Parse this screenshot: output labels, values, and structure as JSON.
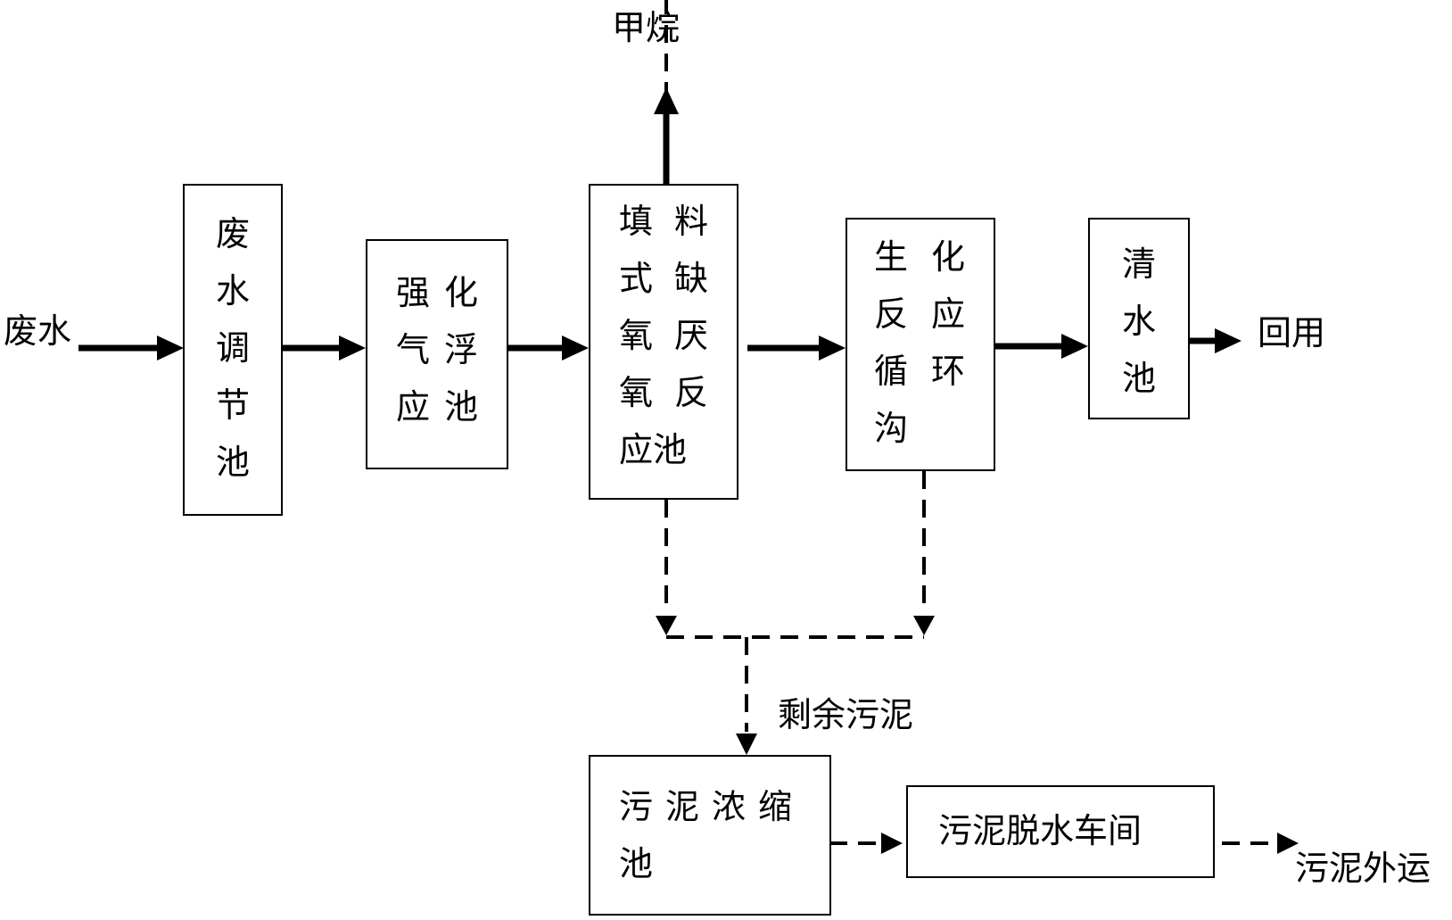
{
  "labels": {
    "input": "废水",
    "methane": "甲烷",
    "reuse": "回用",
    "excess_sludge": "剩余污泥",
    "sludge_out": "污泥外运"
  },
  "boxes": {
    "regulating_tank": [
      "废",
      "水",
      "调",
      "节",
      "池"
    ],
    "flotation_tank": [
      "强化",
      "气浮",
      "应池"
    ],
    "anaerobic_tank": [
      "填料",
      "式缺",
      "氧厌",
      "氧反",
      "应池"
    ],
    "bio_ditch": [
      "生化",
      "反应",
      "循环",
      "沟"
    ],
    "clear_tank": [
      "清",
      "水",
      "池"
    ],
    "thickener": [
      "污泥浓缩",
      "池"
    ],
    "dewatering": "污泥脱水车间"
  }
}
